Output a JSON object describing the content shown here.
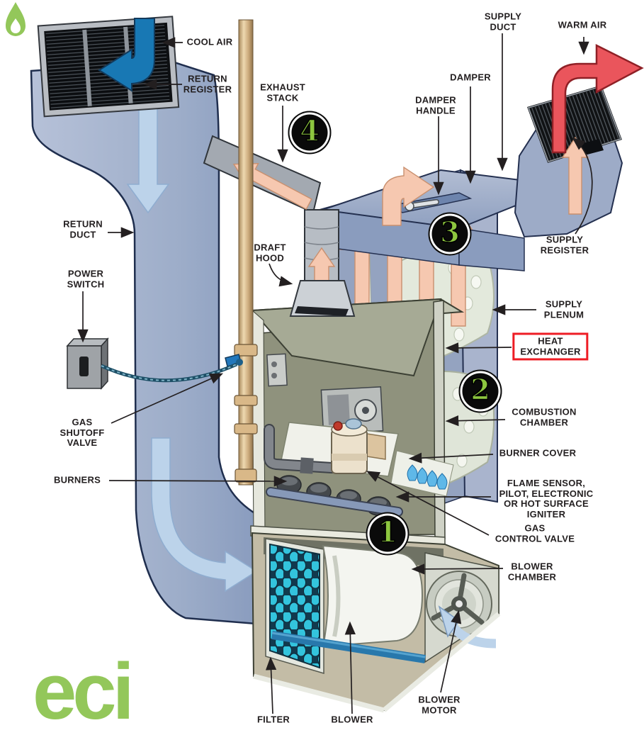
{
  "labels": [
    {
      "id": "cool-air",
      "text": "COOL AIR"
    },
    {
      "id": "return-register",
      "text": "RETURN\nREGISTER"
    },
    {
      "id": "exhaust-stack",
      "text": "EXHAUST\nSTACK"
    },
    {
      "id": "supply-duct",
      "text": "SUPPLY\nDUCT"
    },
    {
      "id": "warm-air",
      "text": "WARM AIR"
    },
    {
      "id": "damper",
      "text": "DAMPER"
    },
    {
      "id": "damper-handle",
      "text": "DAMPER\nHANDLE"
    },
    {
      "id": "supply-register",
      "text": "SUPPLY\nREGISTER"
    },
    {
      "id": "return-duct",
      "text": "RETURN\nDUCT"
    },
    {
      "id": "draft-hood",
      "text": "DRAFT\nHOOD"
    },
    {
      "id": "power-switch",
      "text": "POWER\nSWITCH"
    },
    {
      "id": "gas-shutoff-valve",
      "text": "GAS\nSHUTOFF\nVALVE"
    },
    {
      "id": "burners",
      "text": "BURNERS"
    },
    {
      "id": "supply-plenum",
      "text": "SUPPLY\nPLENUM"
    },
    {
      "id": "heat-exchanger",
      "text": "HEAT\nEXCHANGER"
    },
    {
      "id": "combustion-chamber",
      "text": "COMBUSTION\nCHAMBER"
    },
    {
      "id": "burner-cover",
      "text": "BURNER COVER"
    },
    {
      "id": "flame-sensor",
      "text": "FLAME SENSOR,\nPILOT, ELECTRONIC\nOR HOT SURFACE\nIGNITER"
    },
    {
      "id": "gas-control-valve",
      "text": "GAS\nCONTROL VALVE"
    },
    {
      "id": "blower-chamber",
      "text": "BLOWER\nCHAMBER"
    },
    {
      "id": "blower-motor",
      "text": "BLOWER\nMOTOR"
    },
    {
      "id": "filter",
      "text": "FILTER"
    },
    {
      "id": "blower",
      "text": "BLOWER"
    }
  ],
  "markers": [
    {
      "value": "1"
    },
    {
      "value": "2"
    },
    {
      "value": "3"
    },
    {
      "value": "4"
    }
  ],
  "logo": {
    "text": "eci"
  },
  "colors": {
    "highlight_red": "#ee1c24",
    "marker_green": "#8dc63f",
    "logo_green": "#93c75a",
    "cool_air_blue": "#1878b4",
    "warm_air_red": "#ea555c",
    "flow_peach": "#f6c8b0",
    "return_air_blue": "#bcd3ea",
    "duct_blue": "#9dadc9",
    "filter_teal": "#33c4dd",
    "label_text": "#231f20"
  }
}
